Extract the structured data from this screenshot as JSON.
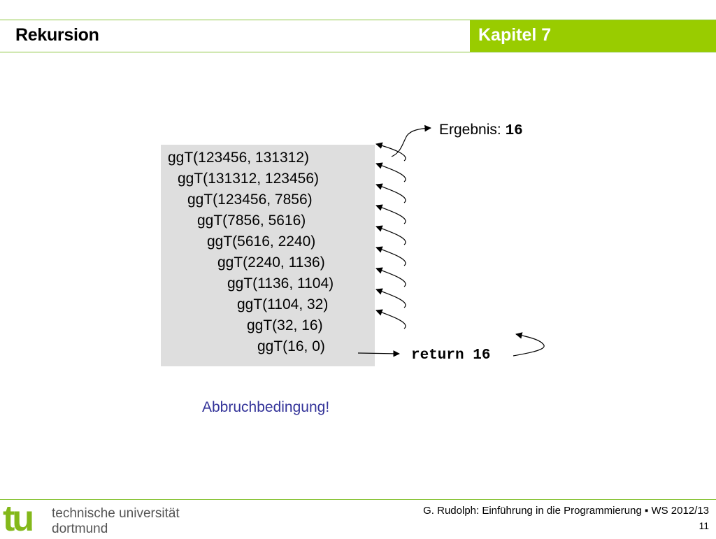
{
  "header": {
    "title": "Rekursion",
    "chapter": "Kapitel 7"
  },
  "calls": [
    "ggT(123456, 131312)",
    "ggT(131312, 123456)",
    "ggT(123456, 7856)",
    "ggT(7856, 5616)",
    "ggT(5616, 2240)",
    "ggT(2240, 1136)",
    "ggT(1136, 1104)",
    "ggT(1104, 32)",
    "ggT(32, 16)",
    "ggT(16, 0)"
  ],
  "result": {
    "label": "Ergebnis:",
    "value": "16"
  },
  "return_text": "return 16",
  "termination": "Abbruchbedingung!",
  "footer": {
    "university_line1": "technische universität",
    "university_line2": "dortmund",
    "course": "G. Rudolph: Einführung in die Programmierung ▪ WS 2012/13",
    "page": "11"
  },
  "colors": {
    "accent": "#99cc00",
    "termination": "#333399",
    "box": "#dedede"
  },
  "icons": [
    "tu-logo"
  ]
}
